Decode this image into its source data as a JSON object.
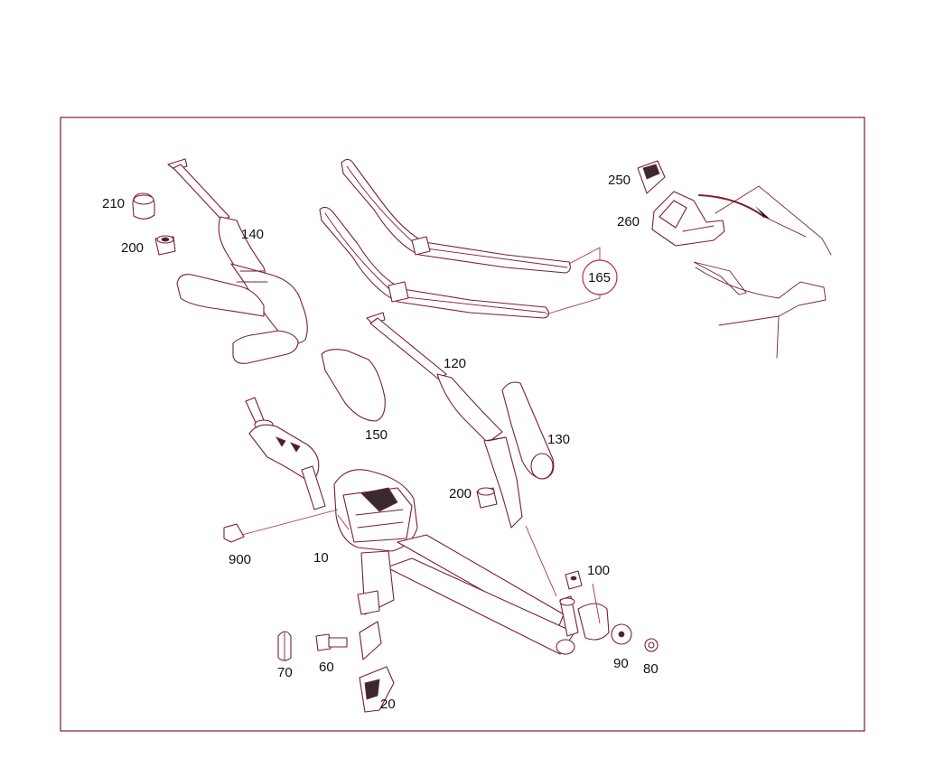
{
  "colors": {
    "line": "#7a1f2e",
    "leader": "#b0304a",
    "text": "#111111",
    "background": "#ffffff"
  },
  "callouts": {
    "c210": "210",
    "c200a": "200",
    "c140": "140",
    "c165": "165",
    "c250": "250",
    "c260": "260",
    "c120": "120",
    "c150": "150",
    "c130": "130",
    "c200b": "200",
    "c900": "900",
    "c10": "10",
    "c100": "100",
    "c70": "70",
    "c60": "60",
    "c90": "90",
    "c80": "80",
    "c20": "20"
  }
}
